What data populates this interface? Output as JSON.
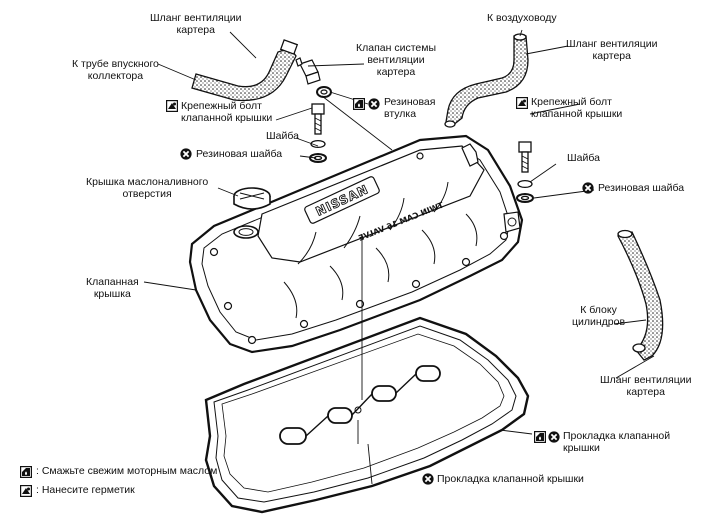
{
  "labels": {
    "hose_pcv_top": [
      "Шланг вентиляции",
      "картера"
    ],
    "to_intake_manifold": [
      "К трубе впускного",
      "коллектора"
    ],
    "pcv_valve": [
      "Клапан системы",
      "вентиляции",
      "картера"
    ],
    "rubber_grommet": [
      "Резиновая",
      "втулка"
    ],
    "bolt_left": [
      "Крепежный болт",
      "клапанной крышки"
    ],
    "washer_left": "Шайба",
    "rubber_washer_left": "Резиновая шайба",
    "oil_filler_cap": [
      "Крышка маслоналивного",
      "отверстия"
    ],
    "valve_cover": [
      "Клапанная",
      "крышка"
    ],
    "to_air_duct": "К воздуховоду",
    "hose_pcv_right": [
      "Шланг вентиляции",
      "картера"
    ],
    "bolt_right": [
      "Крепежный болт",
      "клапанной крышки"
    ],
    "washer_right": "Шайба",
    "rubber_washer_right": "Резиновая шайба",
    "to_cylinder_block": [
      "К блоку",
      "цилиндров"
    ],
    "hose_pcv_bottom": [
      "Шланг вентиляции",
      "картера"
    ],
    "gasket_right": [
      "Прокладка клапанной",
      "крышки"
    ],
    "gasket_bottom": "Прокладка клапанной крышки"
  },
  "legend": {
    "oil": ": Смажьте свежим моторным маслом",
    "sealant": ": Нанесите герметик"
  },
  "icons": [
    "replace-icon",
    "oil-icon",
    "sealant-icon"
  ],
  "colors": {
    "ink": "#111111",
    "background": "#ffffff"
  }
}
